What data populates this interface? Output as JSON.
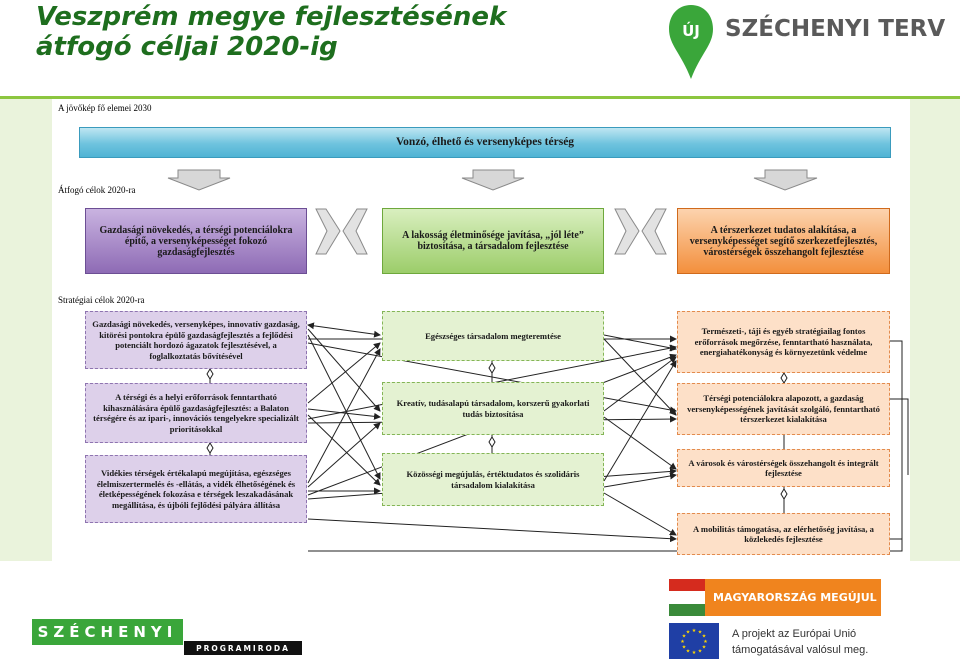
{
  "slide": {
    "title_line1": "Veszprém  megye fejlesztésének",
    "title_line2": "átfogó céljai 2020-ig",
    "logo_text": "SZÉCHENYI TERV",
    "logo_badge": "ÚJ"
  },
  "diagram": {
    "section_vision": "A jövőkép fő elemei 2030",
    "vision": "Vonzó, élhető és versenyképes térség",
    "section_overarching": "Átfogó célok 2020-ra",
    "overarching": [
      "Gazdasági növekedés, a térségi potenciálokra építő, a versenyképességet fokozó gazdaságfejlesztés",
      "A lakosság életminősége javítása, „jól léte” biztosítása, a társadalom fejlesztése",
      "A térszerkezet tudatos alakítása, a versenyképességet segítő szerkezetfejlesztés, várostérségek összehangolt fejlesztése"
    ],
    "section_strategic": "Stratégiai célok 2020-ra",
    "strategic_left": [
      "Gazdasági növekedés, versenyképes, innovatív gazdaság, kitörési pontokra épülő gazdaságfejlesztés a fejlődési potenciált hordozó ágazatok fejlesztésével, a foglalkoztatás bővítésével",
      "A térségi és a helyi erőforrások fenntartható kihasználására épülő gazdaságfejlesztés: a Balaton térségére és az ipari-, innovációs tengelyekre specializált prioritásokkal",
      "Vidékies térségek értékalapú megújítása, egészséges élelmiszertermelés és -ellátás, a vidék élhetőségének és életképességének fokozása e térségek leszakadásának megállítása, és újbóli fejlődési pályára állítása"
    ],
    "strategic_middle": [
      "Egészséges társadalom megteremtése",
      "Kreatív, tudásalapú társadalom, korszerű gyakorlati tudás biztosítása",
      "Közösségi megújulás, értéktudatos és szolidáris társadalom kialakítása"
    ],
    "strategic_right": [
      "Természeti-, táji és egyéb stratégiailag fontos erőforrások megőrzése, fenntartható használata, energiahatékonyság és környezetünk védelme",
      "Térségi potenciálokra alapozott, a gazdaság versenyképességének javítását szolgáló, fenntartható térszerkezet kialakítása",
      "A városok és várostérségek összehangolt és integrált fejlesztése",
      "A mobilitás támogatása, az elérhetőség javítása, a közlekedés fejlesztése"
    ],
    "colors": {
      "purple": "#8e6bb5",
      "green": "#9ccd6a",
      "orange": "#f38f3c",
      "vision": "#4fb3d4"
    }
  },
  "footer": {
    "szechenyi": "SZÉCHENYI",
    "programiroda": "PROGRAMIRODA",
    "megujul": "MAGYARORSZÁG MEGÚJUL",
    "eu_line1": "A projekt az Európai Unió",
    "eu_line2": "támogatásával valósul meg."
  }
}
